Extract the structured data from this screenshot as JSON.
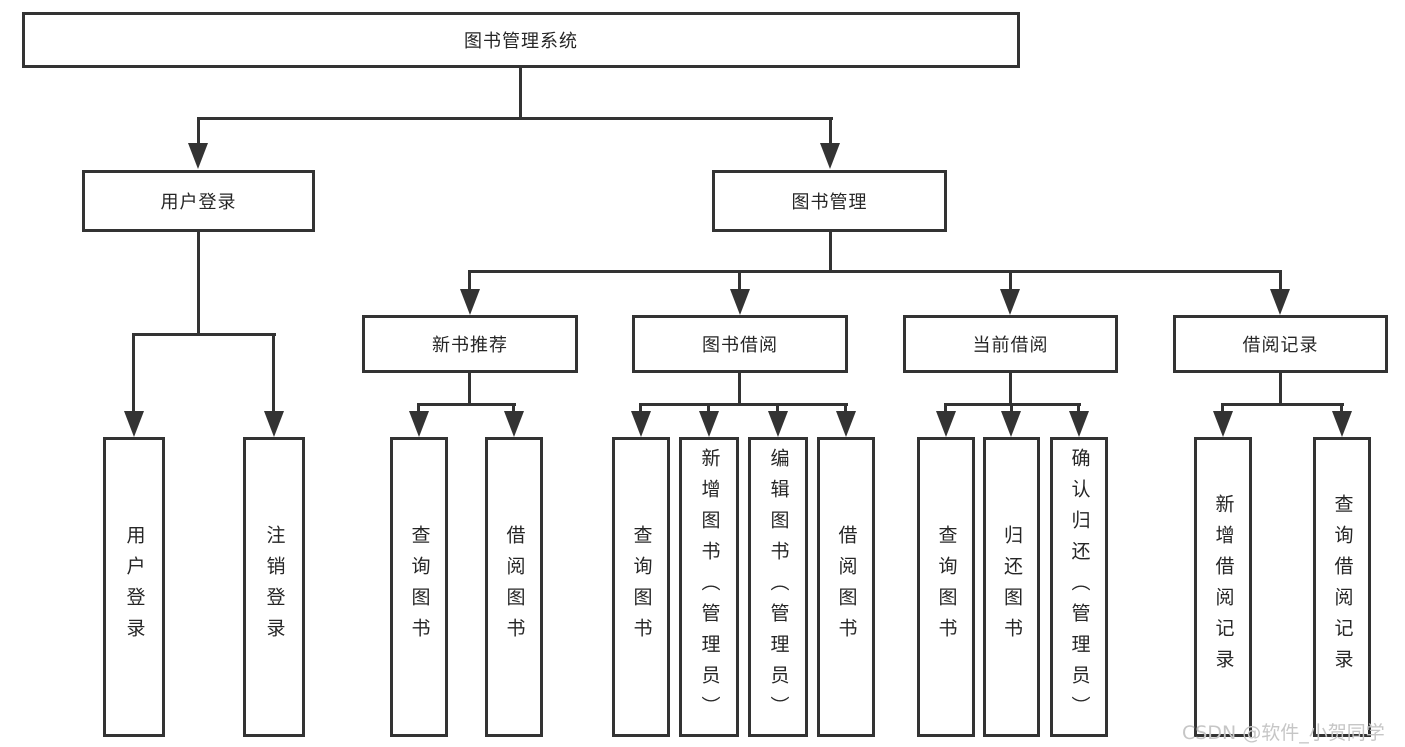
{
  "colors": {
    "line": "#333333",
    "text": "#262626",
    "background": "#ffffff",
    "watermark": "#c6c6c6"
  },
  "tree": {
    "root": {
      "label": "图书管理系统"
    },
    "branches": [
      {
        "label": "用户登录",
        "children": [
          {
            "label": "用户登录"
          },
          {
            "label": "注销登录"
          }
        ]
      },
      {
        "label": "图书管理",
        "children": [
          {
            "label": "新书推荐",
            "children": [
              {
                "label": "查询图书"
              },
              {
                "label": "借阅图书"
              }
            ]
          },
          {
            "label": "图书借阅",
            "children": [
              {
                "label": "查询图书"
              },
              {
                "label": "新增图书（管理员）"
              },
              {
                "label": "编辑图书（管理员）"
              },
              {
                "label": "借阅图书"
              }
            ]
          },
          {
            "label": "当前借阅",
            "children": [
              {
                "label": "查询图书"
              },
              {
                "label": "归还图书"
              },
              {
                "label": "确认归还（管理员）"
              }
            ]
          },
          {
            "label": "借阅记录",
            "children": [
              {
                "label": "新增借阅记录"
              },
              {
                "label": "查询借阅记录"
              }
            ]
          }
        ]
      }
    ]
  },
  "watermark": {
    "label": "CSDN @软件_小贺同学"
  }
}
